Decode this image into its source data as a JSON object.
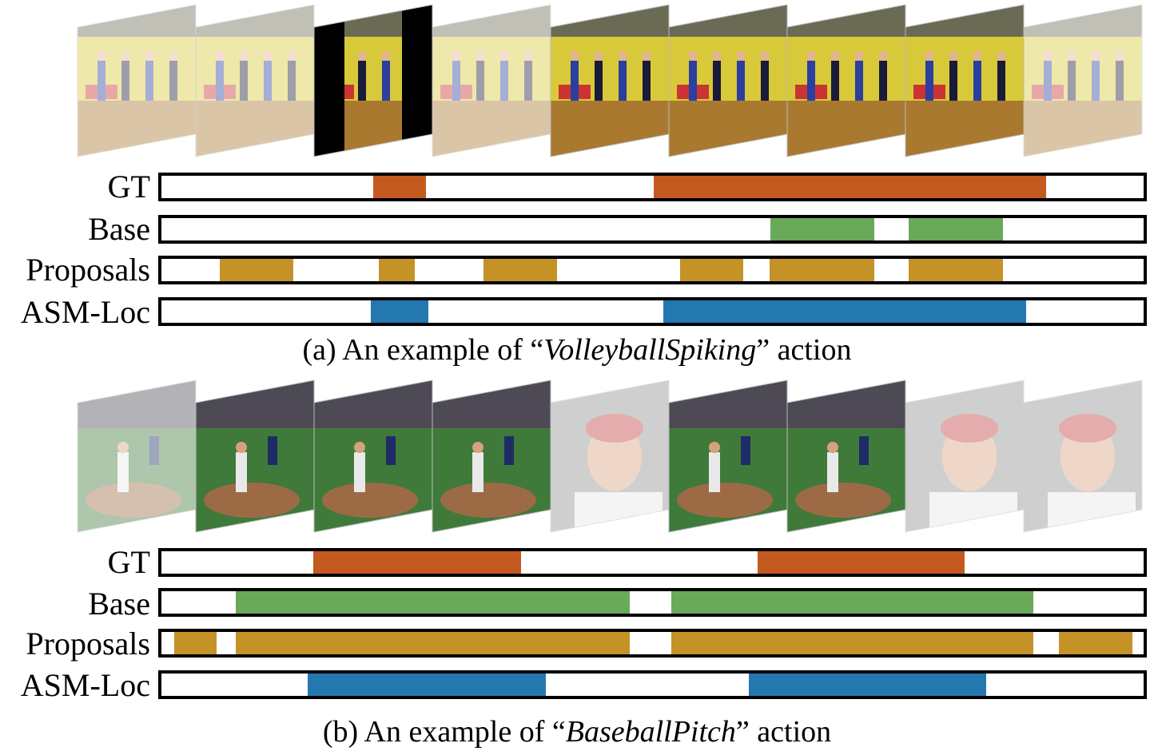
{
  "colors": {
    "GT": "#c55a20",
    "Base": "#6aa95a",
    "Proposals": "#c49227",
    "ASM-Loc": "#2478b0"
  },
  "panels": [
    {
      "id": "a",
      "caption_prefix": "(a) An example of “",
      "caption_action": "VolleyballSpiking",
      "caption_suffix": "” action",
      "frames": [
        {
          "scene": "volleyball",
          "dim": true
        },
        {
          "scene": "volleyball",
          "dim": true
        },
        {
          "scene": "volleyball",
          "dim": false
        },
        {
          "scene": "volleyball",
          "dim": true
        },
        {
          "scene": "volleyball",
          "dim": false
        },
        {
          "scene": "volleyball",
          "dim": false
        },
        {
          "scene": "volleyball",
          "dim": false
        },
        {
          "scene": "volleyball",
          "dim": false
        },
        {
          "scene": "volleyball",
          "dim": true
        }
      ],
      "rows": [
        {
          "label": "GT",
          "segments": [
            [
              0.216,
              0.269
            ],
            [
              0.501,
              0.901
            ]
          ]
        },
        {
          "label": "Base",
          "segments": [
            [
              0.62,
              0.726
            ],
            [
              0.761,
              0.857
            ]
          ]
        },
        {
          "label": "Proposals",
          "segments": [
            [
              0.059,
              0.134
            ],
            [
              0.221,
              0.258
            ],
            [
              0.328,
              0.403
            ],
            [
              0.528,
              0.592
            ],
            [
              0.619,
              0.726
            ],
            [
              0.761,
              0.857
            ]
          ]
        },
        {
          "label": "ASM-Loc",
          "segments": [
            [
              0.213,
              0.272
            ],
            [
              0.511,
              0.88
            ]
          ]
        }
      ]
    },
    {
      "id": "b",
      "caption_prefix": "(b) An example of “",
      "caption_action": "BaseballPitch",
      "caption_suffix": "” action",
      "frames": [
        {
          "scene": "baseball",
          "dim": true
        },
        {
          "scene": "baseball",
          "dim": false
        },
        {
          "scene": "baseball",
          "dim": false
        },
        {
          "scene": "baseball",
          "dim": false
        },
        {
          "scene": "closeup",
          "dim": true
        },
        {
          "scene": "baseball",
          "dim": false
        },
        {
          "scene": "baseball",
          "dim": false
        },
        {
          "scene": "closeup",
          "dim": true
        },
        {
          "scene": "closeup",
          "dim": true
        }
      ],
      "rows": [
        {
          "label": "GT",
          "segments": [
            [
              0.155,
              0.366
            ],
            [
              0.607,
              0.818
            ]
          ]
        },
        {
          "label": "Base",
          "segments": [
            [
              0.076,
              0.477
            ],
            [
              0.519,
              0.888
            ]
          ]
        },
        {
          "label": "Proposals",
          "segments": [
            [
              0.013,
              0.056
            ],
            [
              0.076,
              0.477
            ],
            [
              0.519,
              0.888
            ],
            [
              0.914,
              0.989
            ]
          ]
        },
        {
          "label": "ASM-Loc",
          "segments": [
            [
              0.149,
              0.391
            ],
            [
              0.598,
              0.84
            ]
          ]
        }
      ]
    }
  ]
}
